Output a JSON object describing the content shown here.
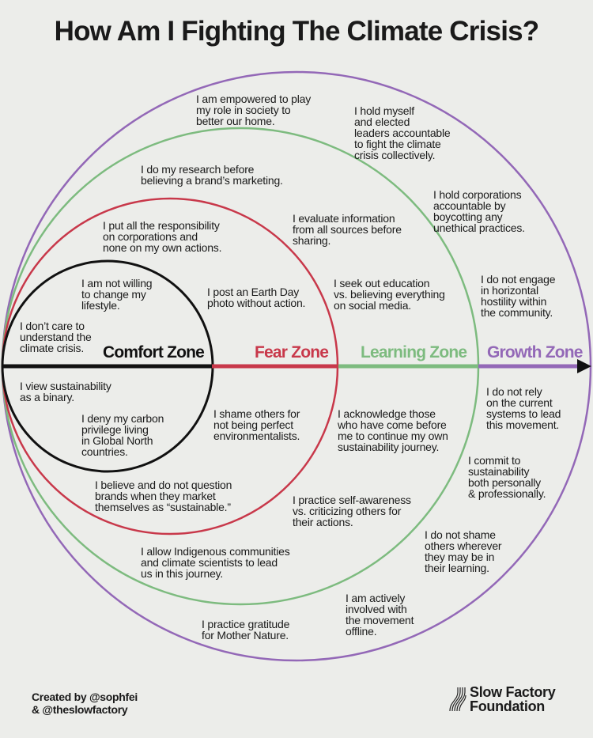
{
  "title": "How Am I Fighting The Climate Crisis?",
  "zones": [
    {
      "label": "Comfort Zone",
      "color": "#111111"
    },
    {
      "label": "Fear Zone",
      "color": "#c8384a"
    },
    {
      "label": "Learning Zone",
      "color": "#7dbb7f"
    },
    {
      "label": "Growth Zone",
      "color": "#9368b7"
    }
  ],
  "statements": [
    "I am empowered to play\nmy role in society to\nbetter our home.",
    "I hold myself\nand elected\nleaders accountable\nto fight the climate\ncrisis collectively.",
    "I do my research before\nbelieving a brand’s marketing.",
    "I hold corporations\naccountable by\nboycotting any\nunethical practices.",
    "I evaluate information\nfrom all sources before\nsharing.",
    "I put all the responsibility\non corporations and\nnone on my own actions.",
    "I seek out education\nvs. believing everything\non social media.",
    "I do not engage\nin horizontal\nhostility within\nthe community.",
    "I am not willing\nto change my\nlifestyle.",
    "I post an Earth Day\nphoto without action.",
    "I don’t care to\nunderstand the\nclimate crisis.",
    "I view sustainability\nas a binary.",
    "I do not rely\non the current\nsystems to lead\nthis movement.",
    "I deny my carbon\nprivilege living\nin Global North\ncountries.",
    "I shame others for\nnot being perfect\nenvironmentalists.",
    "I acknowledge those\nwho have come before\nme to continue my own\nsustainability journey.",
    "I commit to\nsustainability\nboth personally\n& professionally.",
    "I believe and do not question\nbrands when they market\nthemselves as “sustainable.”",
    "I practice self-awareness\nvs. criticizing others for\ntheir actions.",
    "I do not shame\nothers wherever\nthey may be in\ntheir learning.",
    "I allow Indigenous communities\nand climate scientists to lead\nus in this journey.",
    "I am actively\ninvolved with\nthe movement\noffline.",
    "I practice gratitude\nfor Mother Nature."
  ],
  "footer": {
    "credit": "Created by @sophfei\n& @theslowfactory",
    "logo_text": "Slow Factory\nFoundation"
  }
}
